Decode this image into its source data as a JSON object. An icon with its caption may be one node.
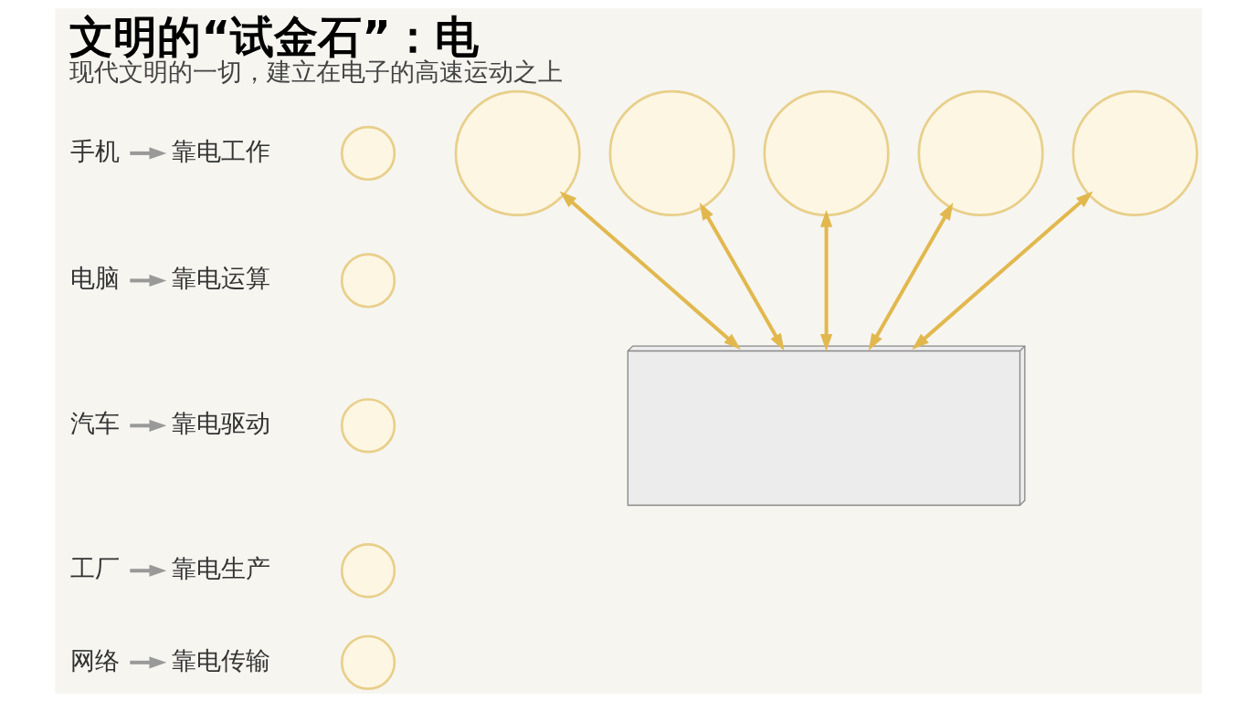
{
  "diagram": {
    "title": "文明的“试金石”：电",
    "caption": "现代文明的一切，建立在电子的高速运动之上",
    "nodes": [
      {
        "text": [
          "手机"
        ]
      },
      {
        "text": [
          "靠电工作"
        ]
      },
      {
        "text": [],
        "shape": "circle"
      },
      {
        "text": [
          "电脑"
        ]
      },
      {
        "text": [
          "靠电运算"
        ]
      },
      {
        "text": [],
        "shape": "circle"
      },
      {
        "text": [
          "汽车"
        ]
      },
      {
        "text": [
          "靠电驱动"
        ]
      },
      {
        "text": [],
        "shape": "circle"
      },
      {
        "text": [
          "工厂"
        ]
      },
      {
        "text": [
          "靠电生产"
        ]
      },
      {
        "text": [],
        "shape": "circle"
      },
      {
        "text": [
          "网络"
        ]
      },
      {
        "text": [
          "靠电传输"
        ]
      },
      {
        "text": [],
        "shape": "circle"
      },
      {
        "text": [],
        "shape": "circle"
      },
      {
        "text": [],
        "shape": "circle"
      },
      {
        "text": [],
        "shape": "circle"
      },
      {
        "text": [],
        "shape": "circle"
      },
      {
        "text": [],
        "shape": "circle"
      },
      {
        "text": [],
        "shape": "box"
      }
    ],
    "edges": [
      {
        "from": 0,
        "to": 1,
        "arrow": "to"
      },
      {
        "from": 3,
        "to": 4,
        "arrow": "to"
      },
      {
        "from": 6,
        "to": 7,
        "arrow": "to"
      },
      {
        "from": 9,
        "to": 10,
        "arrow": "to"
      },
      {
        "from": 12,
        "to": 13,
        "arrow": "to"
      },
      {
        "from": 20,
        "to": 15,
        "arrow": "both",
        "color": "#e2b84e"
      },
      {
        "from": 20,
        "to": 16,
        "arrow": "both",
        "color": "#e2b84e"
      },
      {
        "from": 20,
        "to": 17,
        "arrow": "both",
        "color": "#e2b84e"
      },
      {
        "from": 20,
        "to": 18,
        "arrow": "both",
        "color": "#e2b84e"
      },
      {
        "from": 20,
        "to": 19,
        "arrow": "both",
        "color": "#e2b84e"
      }
    ]
  }
}
